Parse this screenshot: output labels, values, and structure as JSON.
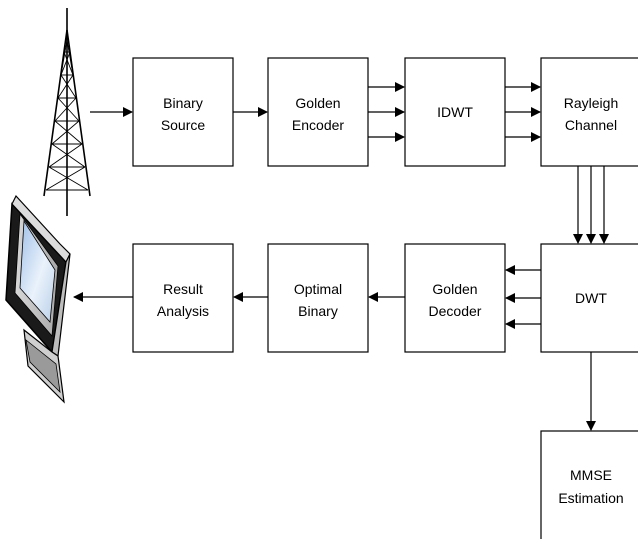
{
  "diagram": {
    "blocks": [
      {
        "id": "binary-source",
        "lines": [
          "Binary",
          "Source"
        ]
      },
      {
        "id": "golden-encoder",
        "lines": [
          "Golden",
          "Encoder"
        ]
      },
      {
        "id": "idwt",
        "lines": [
          "IDWT"
        ]
      },
      {
        "id": "rayleigh-channel",
        "lines": [
          "Rayleigh",
          "Channel"
        ]
      },
      {
        "id": "dwt",
        "lines": [
          "DWT"
        ]
      },
      {
        "id": "golden-decoder",
        "lines": [
          "Golden",
          "Decoder"
        ]
      },
      {
        "id": "optimal-binary",
        "lines": [
          "Optimal",
          "Binary"
        ]
      },
      {
        "id": "result-analysis",
        "lines": [
          "Result",
          "Analysis"
        ]
      },
      {
        "id": "mmse-estimation",
        "lines": [
          "MMSE",
          "Estimation"
        ]
      }
    ],
    "icons": [
      "transmission-tower-icon",
      "monitor-icon"
    ]
  }
}
